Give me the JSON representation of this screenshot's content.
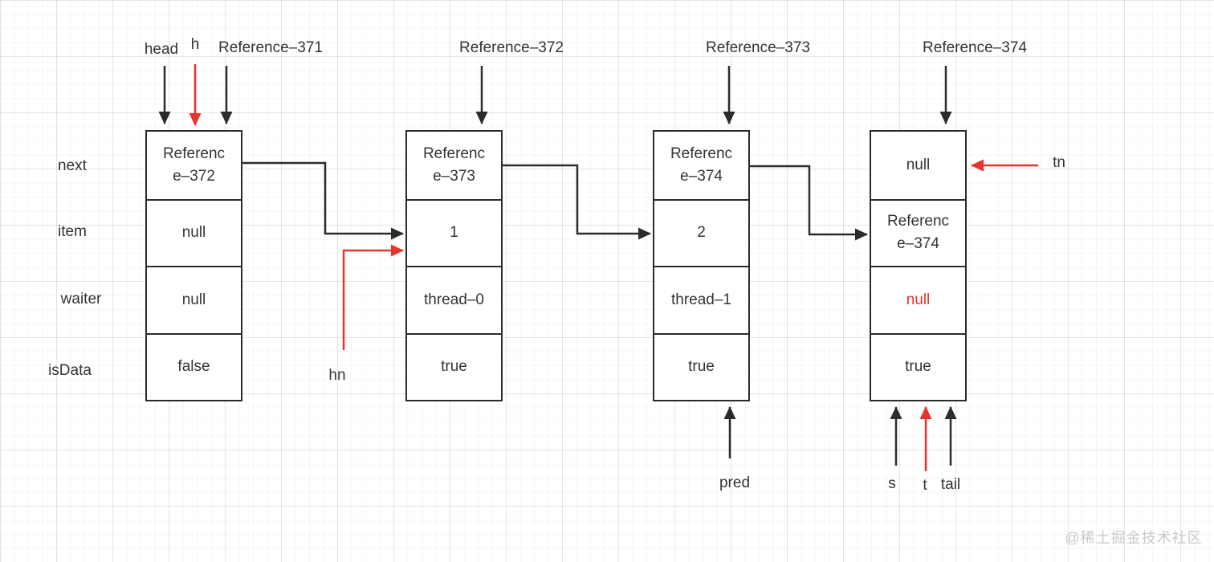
{
  "colors": {
    "line": "#2b2b2b",
    "accent_red": "#e5342b",
    "text": "#333333",
    "watermark_gray": "#c9c9c9"
  },
  "row_labels": {
    "next": "next",
    "item": "item",
    "waiter": "waiter",
    "isData": "isData"
  },
  "pointers": {
    "head": "head",
    "h": "h",
    "hn": "hn",
    "tn": "tn",
    "pred": "pred",
    "s": "s",
    "t": "t",
    "tail": "tail"
  },
  "nodes": [
    {
      "title": "Reference–371",
      "cells": [
        {
          "text": "Referenc\ne–372"
        },
        {
          "text": "null"
        },
        {
          "text": "null"
        },
        {
          "text": "false"
        }
      ]
    },
    {
      "title": "Reference–372",
      "cells": [
        {
          "text": "Referenc\ne–373"
        },
        {
          "text": "1"
        },
        {
          "text": "thread–0"
        },
        {
          "text": "true"
        }
      ]
    },
    {
      "title": "Reference–373",
      "cells": [
        {
          "text": "Referenc\ne–374"
        },
        {
          "text": "2"
        },
        {
          "text": "thread–1"
        },
        {
          "text": "true"
        }
      ]
    },
    {
      "title": "Reference–374",
      "cells": [
        {
          "text": "null"
        },
        {
          "text": "Referenc\ne–374"
        },
        {
          "text": "null",
          "red": true
        },
        {
          "text": "true"
        }
      ]
    }
  ],
  "watermark": "@稀土掘金技术社区"
}
